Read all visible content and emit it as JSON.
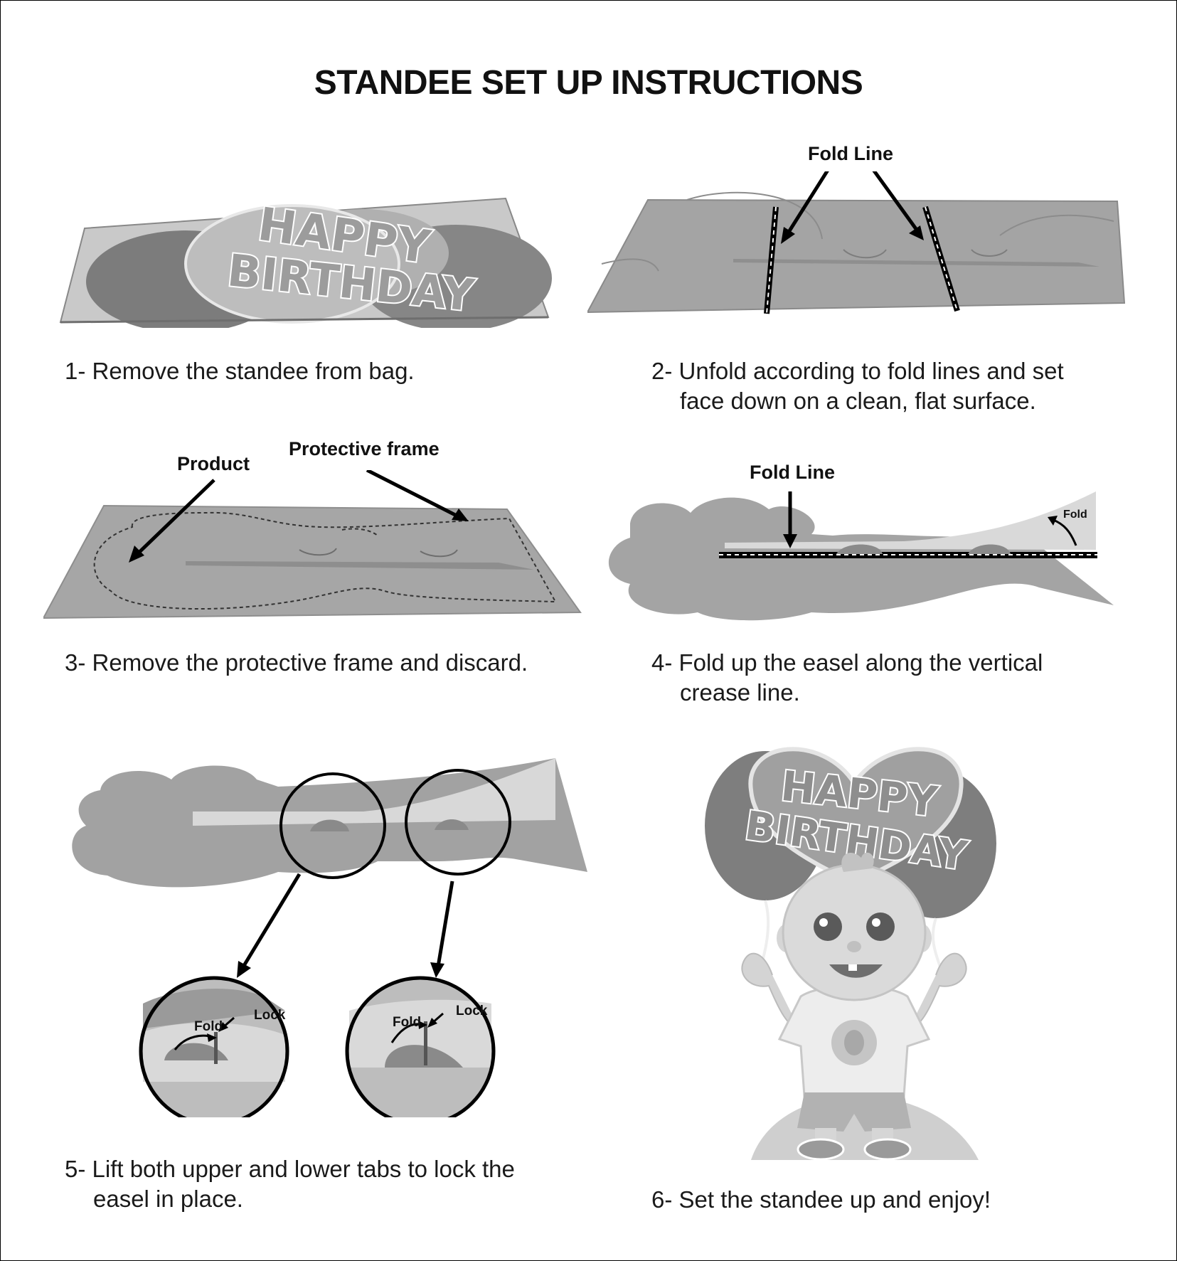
{
  "title": "STANDEE SET UP INSTRUCTIONS",
  "steps": [
    {
      "line1": "1- Remove the standee from bag.",
      "line2": ""
    },
    {
      "line1": "2- Unfold according to fold lines and set",
      "line2": "face down on a clean, flat surface."
    },
    {
      "line1": "3- Remove the protective frame and discard.",
      "line2": ""
    },
    {
      "line1": "4- Fold up the easel along the vertical",
      "line2": "crease line."
    },
    {
      "line1": "5- Lift both upper and lower tabs to lock the",
      "line2": "easel in place."
    },
    {
      "line1": "6- Set the standee up and enjoy!",
      "line2": ""
    }
  ],
  "labels": {
    "fold_line": "Fold Line",
    "product": "Product",
    "protective_frame": "Protective frame",
    "fold": "Fold",
    "lock": "Lock"
  },
  "standee_text": {
    "line1": "HAPPY",
    "line2": "BIRTHDAY"
  },
  "colors": {
    "card": "#9a9a9a",
    "card_light": "#d6d6d6",
    "balloon": "#8a8a8a",
    "text_outline": "#ffffff",
    "ink": "#000000"
  }
}
